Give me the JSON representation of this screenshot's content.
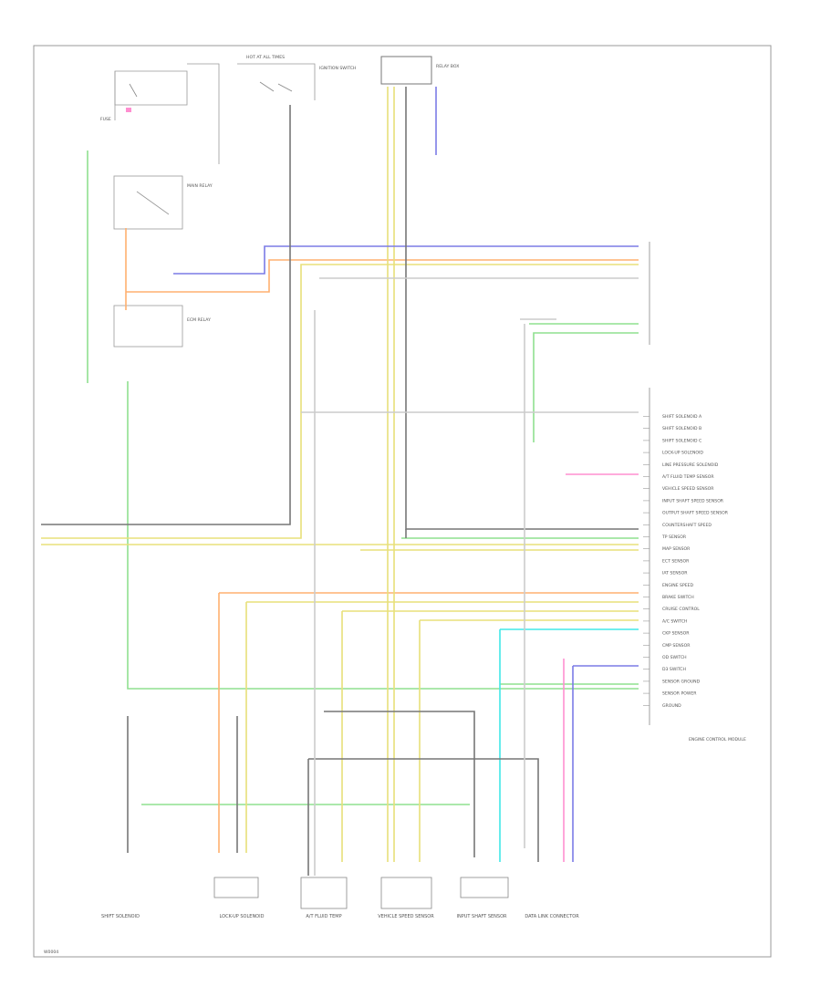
{
  "diagram": {
    "wire_colors": {
      "green": "#8fe08f",
      "orange": "#ffb070",
      "yellow": "#e8e07a",
      "blue": "#7b7be6",
      "cyan": "#40e8e8",
      "pink": "#ff8fd0",
      "gray": "#777777",
      "lightgray": "#cccccc"
    },
    "top_labels": {
      "ignition_switch": "IGNITION SWITCH",
      "relay_box": "RELAY BOX",
      "main_relay": "MAIN RELAY",
      "hot_at_all_times": "HOT AT ALL TIMES",
      "ecm_relay": "ECM RELAY",
      "fuse": "FUSE"
    },
    "ecm_label": "ENGINE CONTROL MODULE",
    "ecm_pins": [
      "SHIFT SOLENOID A",
      "SHIFT SOLENOID B",
      "SHIFT SOLENOID C",
      "LOCK-UP SOLENOID",
      "LINE PRESSURE SOLENOID",
      "A/T FLUID TEMP SENSOR",
      "VEHICLE SPEED SENSOR",
      "INPUT SHAFT SPEED SENSOR",
      "OUTPUT SHAFT SPEED SENSOR",
      "COUNTERSHAFT SPEED",
      "TP SENSOR",
      "MAP SENSOR",
      "ECT SENSOR",
      "IAT SENSOR",
      "ENGINE SPEED",
      "BRAKE SWITCH",
      "CRUISE CONTROL",
      "A/C SWITCH",
      "CKP SENSOR",
      "CMP SENSOR",
      "OD SWITCH",
      "D3 SWITCH",
      "SENSOR GROUND",
      "SENSOR POWER",
      "GROUND"
    ],
    "bottom_labels": [
      "SHIFT SOLENOID",
      "LOCK-UP SOLENOID",
      "A/T FLUID TEMP",
      "VEHICLE SPEED SENSOR",
      "INPUT SHAFT SENSOR",
      "DATA LINK CONNECTOR"
    ],
    "corner_id": "W0004"
  }
}
